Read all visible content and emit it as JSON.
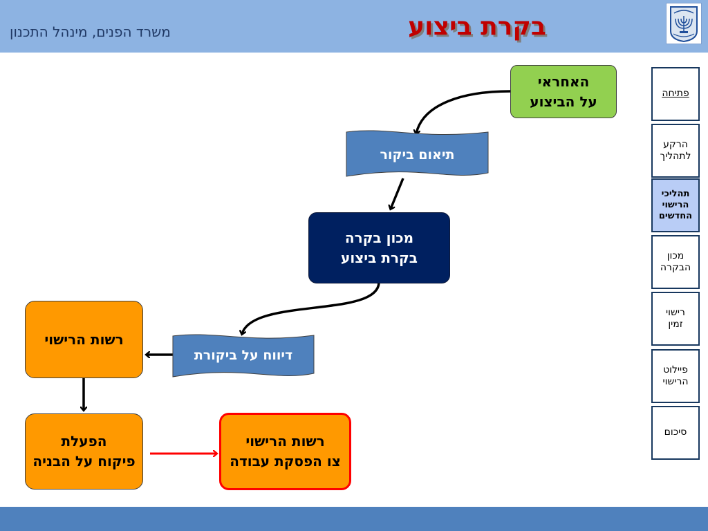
{
  "header": {
    "subtitle": "משרד הפנים, מינהל התכנון",
    "title": "בקרת ביצוע"
  },
  "diagram": {
    "responsible": {
      "line1": "האחראי",
      "line2": "על הביצוע"
    },
    "coordination": "תיאום ביקור",
    "institute": {
      "line1": "מכון בקרה",
      "line2": "בקרת ביצוע"
    },
    "report": "דיווח על ביקורת",
    "licensing_authority": "רשות הרישוי",
    "enforcement": {
      "line1": "הפעלת",
      "line2": "פיקוח על הבניה"
    },
    "stop_order": {
      "line1": "רשות הרישוי",
      "line2": "צו הפסקת עבודה"
    }
  },
  "nav": {
    "items": [
      {
        "line1": "פתיחה",
        "line2": ""
      },
      {
        "line1": "הרקע",
        "line2": "לתהליך"
      },
      {
        "line1": "תהליכי",
        "line2": "הרישוי",
        "line3": "החדשים"
      },
      {
        "line1": "מכון",
        "line2": "הבקרה"
      },
      {
        "line1": "רישוי",
        "line2": "זמין"
      },
      {
        "line1": "פיילוט",
        "line2": "הרישוי"
      },
      {
        "line1": "סיכום",
        "line2": ""
      }
    ]
  },
  "colors": {
    "header": "#8db3e2",
    "footer": "#4f81bd",
    "green": "#92d050",
    "navy": "#002060",
    "orange": "#ff9900",
    "document": "#4f81bd",
    "red_arrow": "#ff0000",
    "title": "#c00000"
  },
  "icons": {
    "emblem": "state-emblem-icon"
  }
}
